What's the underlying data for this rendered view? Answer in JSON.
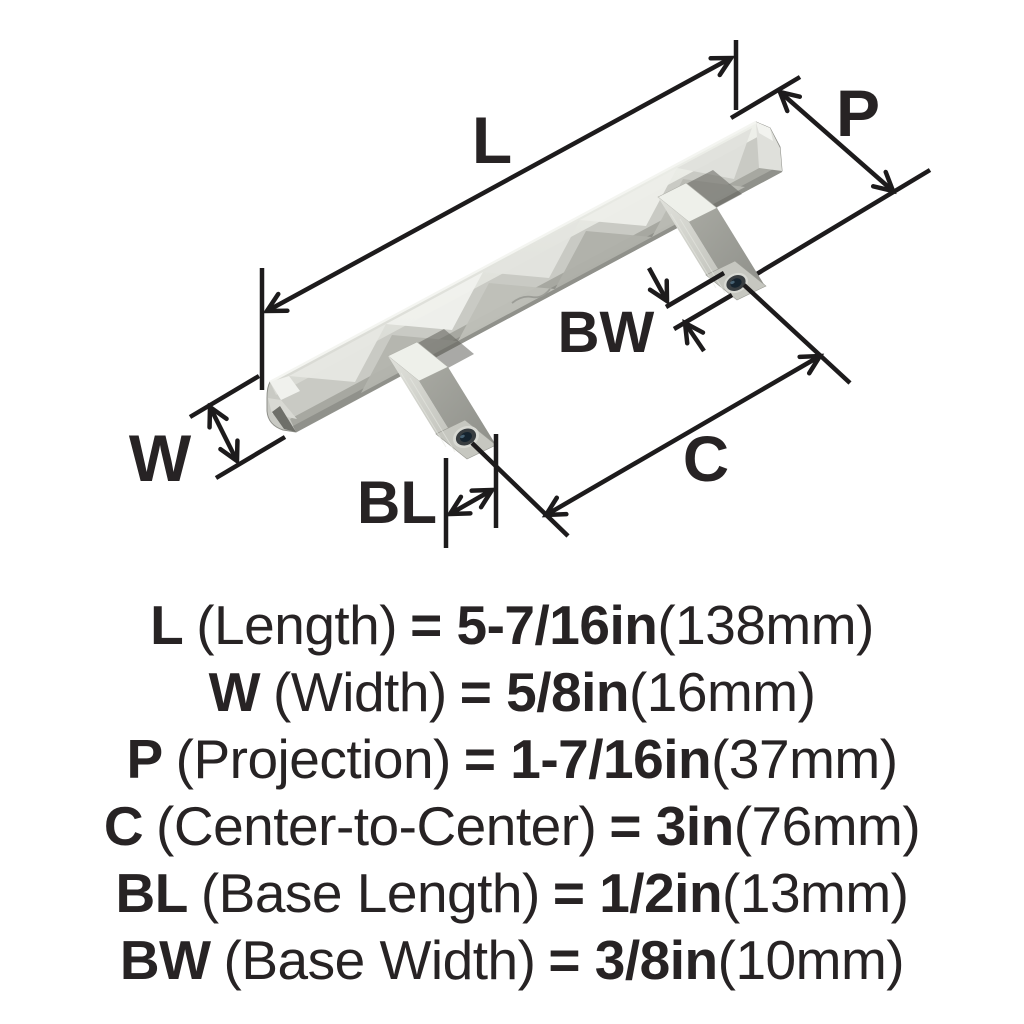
{
  "colors": {
    "background": "#ffffff",
    "dimension_line": "#1d1b1c",
    "label_text": "#272324",
    "spec_text": "#272324",
    "metal_base": "#c9cac4",
    "metal_highlight": "#f2f3ef",
    "metal_shadow": "#8f908a",
    "hole_dark": "#15232e"
  },
  "diagram": {
    "labels": {
      "length": "L",
      "projection": "P",
      "width": "W",
      "base_width": "BW",
      "center_to_center": "C",
      "base_length": "BL"
    }
  },
  "specs": {
    "lines": [
      {
        "label": "L",
        "name": "(Length)",
        "value": "= 5-7/16in",
        "metric": "(138mm)"
      },
      {
        "label": "W",
        "name": "(Width)",
        "value": "= 5/8in",
        "metric": "(16mm)"
      },
      {
        "label": "P",
        "name": "(Projection)",
        "value": "= 1-7/16in",
        "metric": "(37mm)"
      },
      {
        "label": "C",
        "name": "(Center-to-Center)",
        "value": "= 3in",
        "metric": "(76mm)"
      },
      {
        "label": "BL",
        "name": "(Base Length)",
        "value": "= 1/2in",
        "metric": "(13mm)"
      },
      {
        "label": "BW",
        "name": "(Base Width)",
        "value": "= 3/8in",
        "metric": "(10mm)"
      }
    ]
  }
}
